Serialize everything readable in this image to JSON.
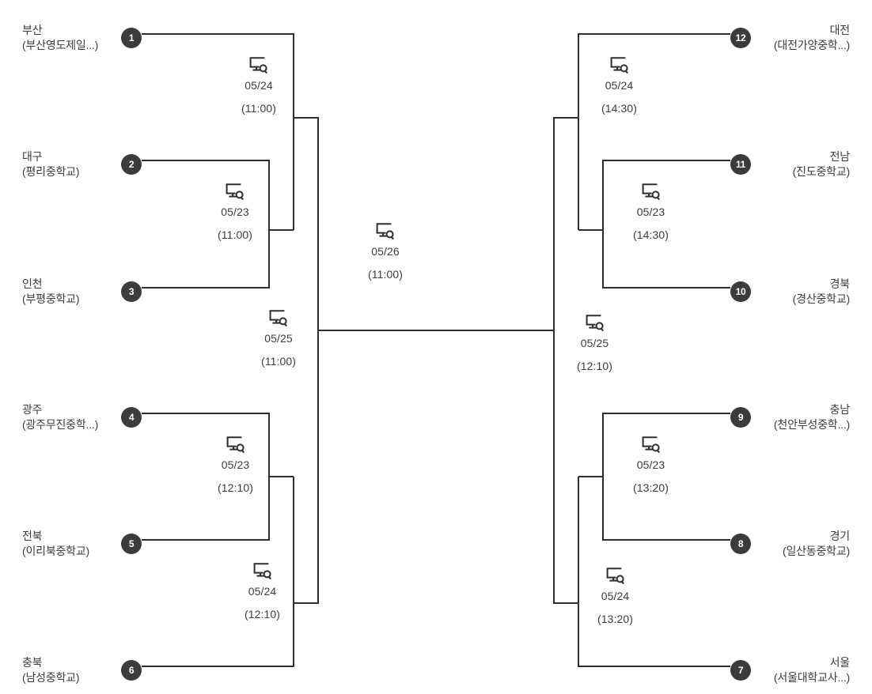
{
  "bracket": {
    "title": "tournament-bracket",
    "line_color": "#2f2f2f",
    "seed_bg": "#3c3c3c",
    "seed_fg": "#ffffff",
    "text_color": "#3d3d3d",
    "icon_name": "monitor-search-icon"
  },
  "teams_left": [
    {
      "seed": "1",
      "name": "부산",
      "school": "(부산영도제일...)"
    },
    {
      "seed": "2",
      "name": "대구",
      "school": "(평리중학교)"
    },
    {
      "seed": "3",
      "name": "인천",
      "school": "(부평중학교)"
    },
    {
      "seed": "4",
      "name": "광주",
      "school": "(광주무진중학...)"
    },
    {
      "seed": "5",
      "name": "전북",
      "school": "(이리북중학교)"
    },
    {
      "seed": "6",
      "name": "충북",
      "school": "(남성중학교)"
    }
  ],
  "teams_right": [
    {
      "seed": "12",
      "name": "대전",
      "school": "(대전가양중학...)"
    },
    {
      "seed": "11",
      "name": "전남",
      "school": "(진도중학교)"
    },
    {
      "seed": "10",
      "name": "경북",
      "school": "(경산중학교)"
    },
    {
      "seed": "9",
      "name": "충남",
      "school": "(천안부성중학...)"
    },
    {
      "seed": "8",
      "name": "경기",
      "school": "(일산동중학교)"
    },
    {
      "seed": "7",
      "name": "서울",
      "school": "(서울대학교사...)"
    }
  ],
  "matches_left": [
    {
      "id": "L-QF-A",
      "date": "05/24",
      "time": "(11:00)"
    },
    {
      "id": "L-R1-A",
      "date": "05/23",
      "time": "(11:00)"
    },
    {
      "id": "L-SF",
      "date": "05/25",
      "time": "(11:00)"
    },
    {
      "id": "L-R1-B",
      "date": "05/23",
      "time": "(12:10)"
    },
    {
      "id": "L-QF-B",
      "date": "05/24",
      "time": "(12:10)"
    }
  ],
  "matches_right": [
    {
      "id": "R-QF-A",
      "date": "05/24",
      "time": "(14:30)"
    },
    {
      "id": "R-R1-A",
      "date": "05/23",
      "time": "(14:30)"
    },
    {
      "id": "R-SF",
      "date": "05/25",
      "time": "(12:10)"
    },
    {
      "id": "R-R1-B",
      "date": "05/23",
      "time": "(13:20)"
    },
    {
      "id": "R-QF-B",
      "date": "05/24",
      "time": "(13:20)"
    }
  ],
  "final_match": {
    "id": "FINAL",
    "date": "05/26",
    "time": "(11:00)"
  }
}
